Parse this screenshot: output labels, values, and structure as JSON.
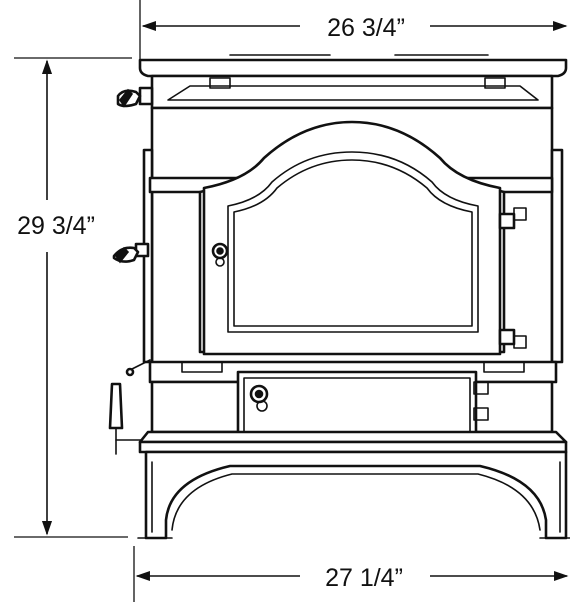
{
  "dimensions": {
    "top_width": "26 3/4”",
    "height": "29 3/4”",
    "base_width": "27 1/4”"
  },
  "colors": {
    "line": "#111111",
    "background": "#ffffff"
  },
  "icons": {
    "stove": "wood-stove-front-elevation",
    "arrow": "arrowhead"
  }
}
